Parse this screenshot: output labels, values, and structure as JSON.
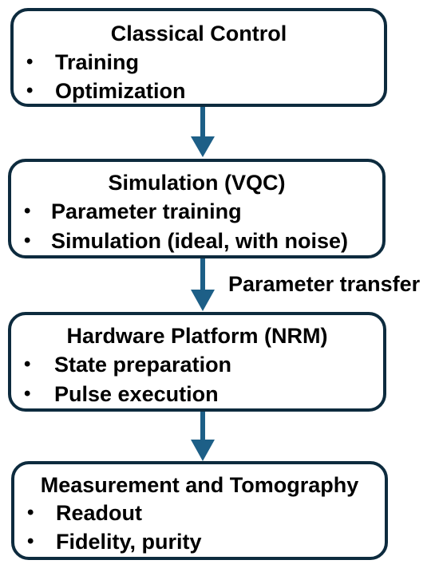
{
  "colors": {
    "box_border": "#0d2b3e",
    "arrow": "#1d5f87",
    "text": "#000000"
  },
  "boxes": [
    {
      "title": "Classical Control",
      "items": [
        "Training",
        "Optimization"
      ]
    },
    {
      "title": "Simulation (VQC)",
      "items": [
        "Parameter training",
        "Simulation (ideal, with noise)"
      ]
    },
    {
      "title": "Hardware Platform (NRM)",
      "items": [
        "State preparation",
        "Pulse execution"
      ]
    },
    {
      "title": "Measurement and Tomography",
      "items": [
        "Readout",
        "Fidelity, purity"
      ]
    }
  ],
  "bullet_symbol": "•",
  "edges": [
    {
      "from": "Classical Control",
      "to": "Simulation (VQC)",
      "label": ""
    },
    {
      "from": "Simulation (VQC)",
      "to": "Hardware Platform (NRM)",
      "label": "Parameter transfer"
    },
    {
      "from": "Hardware Platform (NRM)",
      "to": "Measurement and Tomography",
      "label": ""
    }
  ]
}
